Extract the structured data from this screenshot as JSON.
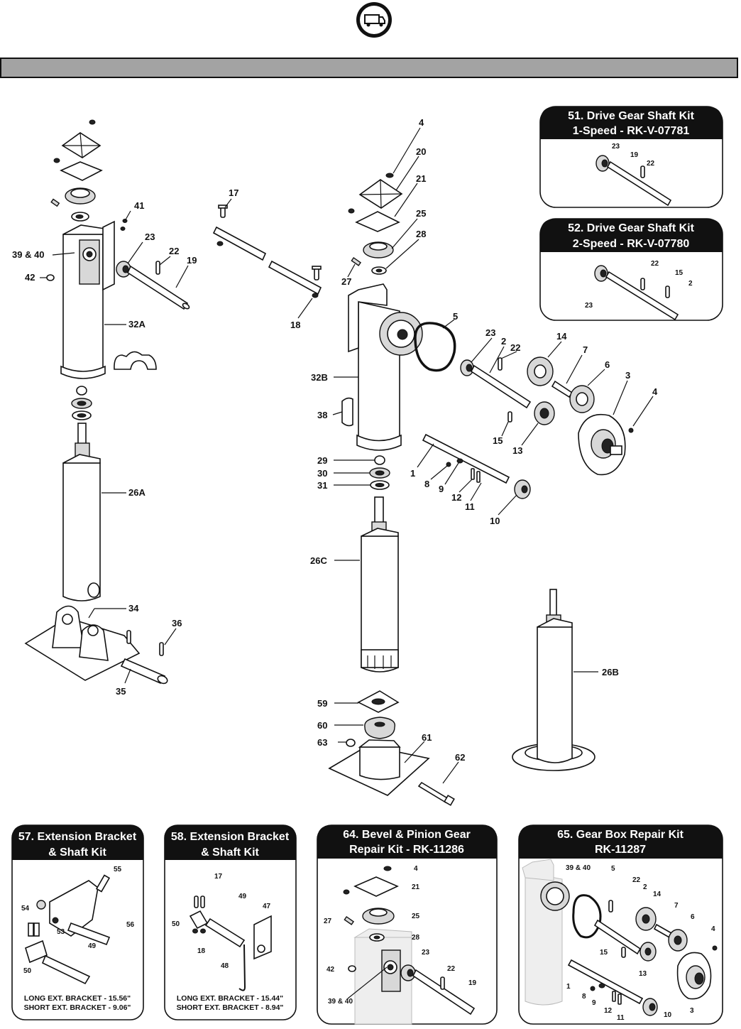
{
  "header": {
    "logo_icon": "truck-badge-icon",
    "banner_text": ""
  },
  "main_labels": [
    {
      "id": "p41",
      "text": "41"
    },
    {
      "id": "p39-40",
      "text": "39 & 40"
    },
    {
      "id": "p42",
      "text": "42"
    },
    {
      "id": "p23a",
      "text": "23"
    },
    {
      "id": "p22a",
      "text": "22"
    },
    {
      "id": "p19a",
      "text": "19"
    },
    {
      "id": "p32a",
      "text": "32A"
    },
    {
      "id": "p26a",
      "text": "26A"
    },
    {
      "id": "p34",
      "text": "34"
    },
    {
      "id": "p36",
      "text": "36"
    },
    {
      "id": "p35",
      "text": "35"
    },
    {
      "id": "p17",
      "text": "17"
    },
    {
      "id": "p18",
      "text": "18"
    },
    {
      "id": "p4a",
      "text": "4"
    },
    {
      "id": "p20",
      "text": "20"
    },
    {
      "id": "p21",
      "text": "21"
    },
    {
      "id": "p25",
      "text": "25"
    },
    {
      "id": "p28",
      "text": "28"
    },
    {
      "id": "p27",
      "text": "27"
    },
    {
      "id": "p5",
      "text": "5"
    },
    {
      "id": "p23b",
      "text": "23"
    },
    {
      "id": "p2",
      "text": "2"
    },
    {
      "id": "p22b",
      "text": "22"
    },
    {
      "id": "p14",
      "text": "14"
    },
    {
      "id": "p7",
      "text": "7"
    },
    {
      "id": "p6",
      "text": "6"
    },
    {
      "id": "p3",
      "text": "3"
    },
    {
      "id": "p4b",
      "text": "4"
    },
    {
      "id": "p32b",
      "text": "32B"
    },
    {
      "id": "p38",
      "text": "38"
    },
    {
      "id": "p15",
      "text": "15"
    },
    {
      "id": "p13",
      "text": "13"
    },
    {
      "id": "p29",
      "text": "29"
    },
    {
      "id": "p30",
      "text": "30"
    },
    {
      "id": "p31",
      "text": "31"
    },
    {
      "id": "p1",
      "text": "1"
    },
    {
      "id": "p8",
      "text": "8"
    },
    {
      "id": "p9",
      "text": "9"
    },
    {
      "id": "p12",
      "text": "12"
    },
    {
      "id": "p11",
      "text": "11"
    },
    {
      "id": "p10",
      "text": "10"
    },
    {
      "id": "p26c",
      "text": "26C"
    },
    {
      "id": "p26b",
      "text": "26B"
    },
    {
      "id": "p59",
      "text": "59"
    },
    {
      "id": "p60",
      "text": "60"
    },
    {
      "id": "p63",
      "text": "63"
    },
    {
      "id": "p61",
      "text": "61"
    },
    {
      "id": "p62",
      "text": "62"
    }
  ],
  "kits": {
    "k51": {
      "title_1": "51. Drive Gear Shaft Kit",
      "title_2": "1-Speed - RK-V-07781",
      "labels": [
        "23",
        "19",
        "22"
      ]
    },
    "k52": {
      "title_1": "52. Drive Gear Shaft Kit",
      "title_2": "2-Speed - RK-V-07780",
      "labels": [
        "22",
        "15",
        "2",
        "23"
      ]
    },
    "k57": {
      "title_1": "57. Extension Bracket",
      "title_2": "& Shaft Kit",
      "labels": [
        "55",
        "54",
        "56",
        "53",
        "49",
        "50"
      ],
      "note_1": "LONG EXT. BRACKET - 15.56\"",
      "note_2": "SHORT EXT. BRACKET - 9.06\""
    },
    "k58": {
      "title_1": "58. Extension Bracket",
      "title_2": "& Shaft Kit",
      "labels": [
        "17",
        "49",
        "47",
        "50",
        "18",
        "48"
      ],
      "note_1": "LONG EXT. BRACKET - 15.44\"",
      "note_2": "SHORT EXT. BRACKET - 8.94\""
    },
    "k64": {
      "title_1": "64. Bevel & Pinion Gear",
      "title_2": "Repair Kit - RK-11286",
      "labels": [
        "4",
        "21",
        "27",
        "25",
        "28",
        "42",
        "23",
        "22",
        "19",
        "39 & 40"
      ]
    },
    "k65": {
      "title_1": "65. Gear Box Repair Kit",
      "title_2": "RK-11287",
      "labels": [
        "39 & 40",
        "5",
        "22",
        "2",
        "14",
        "7",
        "6",
        "4",
        "15",
        "13",
        "1",
        "8",
        "9",
        "12",
        "11",
        "10",
        "3"
      ]
    }
  }
}
